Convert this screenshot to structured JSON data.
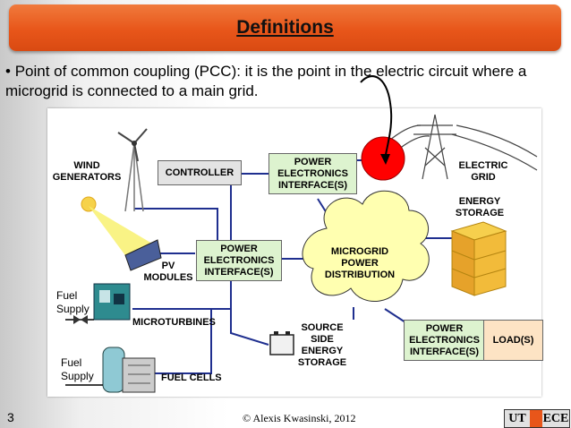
{
  "slide": {
    "title": "Definitions",
    "bullet_glyph": "•",
    "bullet_text": "Point of common coupling (PCC): it is the point in the electric circuit where a microgrid is connected to a main grid."
  },
  "diagram": {
    "wind_generators": "WIND\nGENERATORS",
    "controller": "CONTROLLER",
    "pe_top": "POWER\nELECTRONICS\nINTERFACE(S)",
    "pe_mid": "POWER\nELECTRONICS\nINTERFACE(S)",
    "pe_load": "POWER\nELECTRONICS\nINTERFACE(S)",
    "electric_grid": "ELECTRIC\nGRID",
    "energy_storage": "ENERGY\nSTORAGE",
    "microgrid": "MICROGRID\nPOWER\nDISTRIBUTION",
    "pv_modules": "PV\nMODULES",
    "fuel_supply_1": "Fuel\nSupply",
    "fuel_supply_2": "Fuel\nSupply",
    "microturbines": "MICROTURBINES",
    "source_side": "SOURCE\nSIDE\nENERGY\nSTORAGE",
    "load": "LOAD(S)",
    "fuel_cells": "FUEL CELLS"
  },
  "footer": {
    "page_number": "3",
    "copyright": "© Alexis Kwasinski, 2012",
    "logo_ut": "UT",
    "logo_ece": "ECE"
  },
  "colors": {
    "title_bar": "#e8561a",
    "interface_box": "#ddf3cf",
    "controller_box": "#e3e3e3",
    "load_box": "#fde3c4",
    "microgrid_cloud": "#ffffb0",
    "pcc_marker": "#ff0000",
    "connection_line": "#1f2f8f"
  }
}
